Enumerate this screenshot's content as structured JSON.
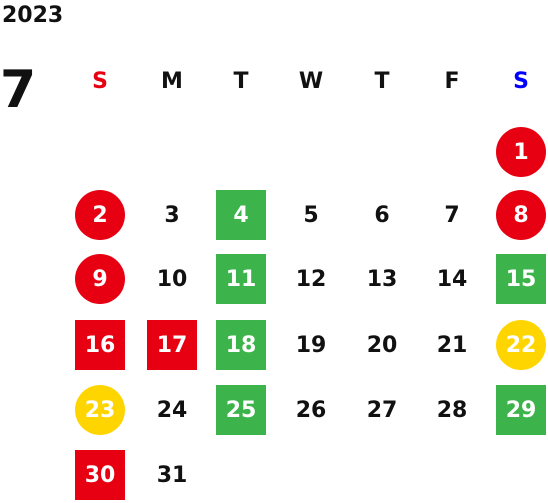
{
  "calendar": {
    "year": "2023",
    "month": "7",
    "weekdays": [
      {
        "label": "S",
        "color": "#e60012"
      },
      {
        "label": "M",
        "color": "#111111"
      },
      {
        "label": "T",
        "color": "#111111"
      },
      {
        "label": "W",
        "color": "#111111"
      },
      {
        "label": "T",
        "color": "#111111"
      },
      {
        "label": "F",
        "color": "#111111"
      },
      {
        "label": "S",
        "color": "#0000ff"
      }
    ],
    "colors": {
      "red": "#e60012",
      "green": "#3cb44b",
      "yellow": "#ffd500"
    },
    "days": [
      {
        "label": "1",
        "col": 6,
        "week": 0,
        "mark": "red-circle"
      },
      {
        "label": "2",
        "col": 0,
        "week": 1,
        "mark": "red-circle"
      },
      {
        "label": "3",
        "col": 1,
        "week": 1,
        "mark": "none"
      },
      {
        "label": "4",
        "col": 2,
        "week": 1,
        "mark": "green-square"
      },
      {
        "label": "5",
        "col": 3,
        "week": 1,
        "mark": "none"
      },
      {
        "label": "6",
        "col": 4,
        "week": 1,
        "mark": "none"
      },
      {
        "label": "7",
        "col": 5,
        "week": 1,
        "mark": "none"
      },
      {
        "label": "8",
        "col": 6,
        "week": 1,
        "mark": "red-circle"
      },
      {
        "label": "9",
        "col": 0,
        "week": 2,
        "mark": "red-circle"
      },
      {
        "label": "10",
        "col": 1,
        "week": 2,
        "mark": "none"
      },
      {
        "label": "11",
        "col": 2,
        "week": 2,
        "mark": "green-square"
      },
      {
        "label": "12",
        "col": 3,
        "week": 2,
        "mark": "none"
      },
      {
        "label": "13",
        "col": 4,
        "week": 2,
        "mark": "none"
      },
      {
        "label": "14",
        "col": 5,
        "week": 2,
        "mark": "none"
      },
      {
        "label": "15",
        "col": 6,
        "week": 2,
        "mark": "green-square"
      },
      {
        "label": "16",
        "col": 0,
        "week": 3,
        "mark": "red-square"
      },
      {
        "label": "17",
        "col": 1,
        "week": 3,
        "mark": "red-square"
      },
      {
        "label": "18",
        "col": 2,
        "week": 3,
        "mark": "green-square"
      },
      {
        "label": "19",
        "col": 3,
        "week": 3,
        "mark": "none"
      },
      {
        "label": "20",
        "col": 4,
        "week": 3,
        "mark": "none"
      },
      {
        "label": "21",
        "col": 5,
        "week": 3,
        "mark": "none"
      },
      {
        "label": "22",
        "col": 6,
        "week": 3,
        "mark": "yellow-circle"
      },
      {
        "label": "23",
        "col": 0,
        "week": 4,
        "mark": "yellow-circle"
      },
      {
        "label": "24",
        "col": 1,
        "week": 4,
        "mark": "none"
      },
      {
        "label": "25",
        "col": 2,
        "week": 4,
        "mark": "green-square"
      },
      {
        "label": "26",
        "col": 3,
        "week": 4,
        "mark": "none"
      },
      {
        "label": "27",
        "col": 4,
        "week": 4,
        "mark": "none"
      },
      {
        "label": "28",
        "col": 5,
        "week": 4,
        "mark": "none"
      },
      {
        "label": "29",
        "col": 6,
        "week": 4,
        "mark": "green-square"
      },
      {
        "label": "30",
        "col": 0,
        "week": 5,
        "mark": "red-square"
      },
      {
        "label": "31",
        "col": 1,
        "week": 5,
        "mark": "none"
      }
    ]
  }
}
